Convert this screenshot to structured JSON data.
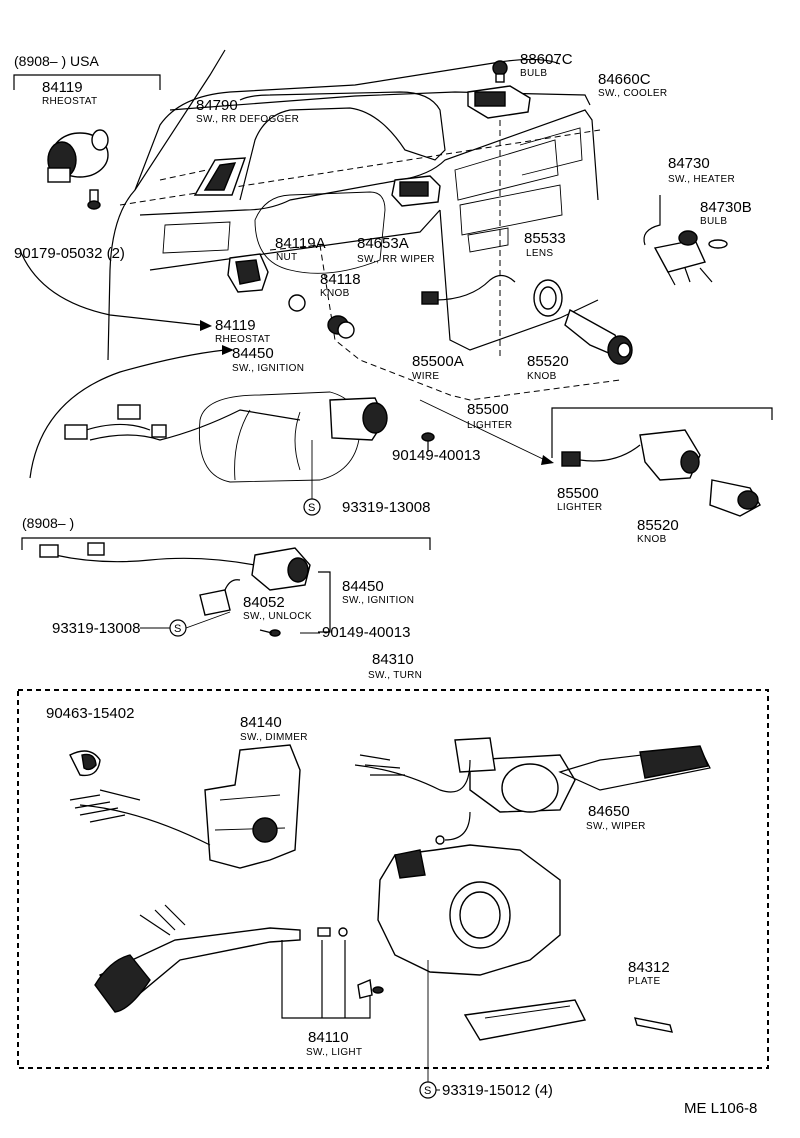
{
  "groups": {
    "usa": "(8908–        ) USA",
    "from8908": "(8908–        )"
  },
  "parts": [
    {
      "id": "p84119a",
      "num": "84119",
      "desc": "RHEOSTAT"
    },
    {
      "id": "p84790",
      "num": "84790",
      "desc": "SW., RR DEFOGGER"
    },
    {
      "id": "p88607c",
      "num": "88607C",
      "desc": "BULB"
    },
    {
      "id": "p84660c",
      "num": "84660C",
      "desc": "SW., COOLER"
    },
    {
      "id": "p84730",
      "num": "84730",
      "desc": "SW., HEATER"
    },
    {
      "id": "p84730b",
      "num": "84730B",
      "desc": "BULB"
    },
    {
      "id": "p84119A",
      "num": "84119A",
      "desc": "NUT"
    },
    {
      "id": "p84653a",
      "num": "84653A",
      "desc": "SW., RR WIPER"
    },
    {
      "id": "p85533",
      "num": "85533",
      "desc": "LENS"
    },
    {
      "id": "p84118",
      "num": "84118",
      "desc": "KNOB"
    },
    {
      "id": "p84119b",
      "num": "84119",
      "desc": "RHEOSTAT"
    },
    {
      "id": "p84450a",
      "num": "84450",
      "desc": "SW., IGNITION"
    },
    {
      "id": "p85500a",
      "num": "85500A",
      "desc": "WIRE"
    },
    {
      "id": "p85520a",
      "num": "85520",
      "desc": "KNOB"
    },
    {
      "id": "p85500b",
      "num": "85500",
      "desc": "LIGHTER"
    },
    {
      "id": "p85500c",
      "num": "85500",
      "desc": "LIGHTER"
    },
    {
      "id": "p85520b",
      "num": "85520",
      "desc": "KNOB"
    },
    {
      "id": "p84450b",
      "num": "84450",
      "desc": "SW., IGNITION"
    },
    {
      "id": "p84052",
      "num": "84052",
      "desc": "SW., UNLOCK"
    },
    {
      "id": "p84310",
      "num": "84310",
      "desc": "SW., TURN"
    },
    {
      "id": "p84140",
      "num": "84140",
      "desc": "SW., DIMMER"
    },
    {
      "id": "p84650",
      "num": "84650",
      "desc": "SW., WIPER"
    },
    {
      "id": "p84312",
      "num": "84312",
      "desc": "PLATE"
    },
    {
      "id": "p84110",
      "num": "84110",
      "desc": "SW., LIGHT"
    }
  ],
  "fasteners": {
    "f90179": "90179-05032 (2)",
    "f90149a": "90149-40013",
    "f93319a": "93319-13008",
    "f93319b": "93319-13008",
    "f90149b": "90149-40013",
    "f90463": "90463-15402",
    "f93319c": "93319-15012 (4)"
  },
  "marker": "S",
  "footer": "ME  L106-8"
}
